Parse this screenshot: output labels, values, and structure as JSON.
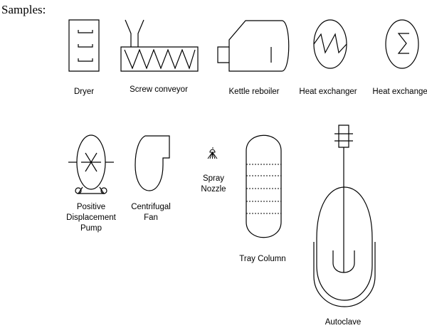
{
  "heading": "Samples:",
  "symbols": {
    "dryer": {
      "label": "Dryer"
    },
    "screw_conveyor": {
      "label": "Screw conveyor"
    },
    "kettle_reboiler": {
      "label": "Kettle reboiler"
    },
    "heat_exchanger_zigzag": {
      "label": "Heat exchanger"
    },
    "heat_exchanger_sigma": {
      "label": "Heat exchanger"
    },
    "positive_displacement_pump": {
      "label_lines": [
        "Positive",
        "Displacement",
        "Pump"
      ]
    },
    "centrifugal_fan": {
      "label_lines": [
        "Centrifugal",
        "Fan"
      ]
    },
    "spray_nozzle": {
      "label_lines": [
        "Spray",
        "Nozzle"
      ]
    },
    "tray_column": {
      "label": "Tray Column"
    },
    "autoclave": {
      "label": "Autoclave"
    }
  }
}
